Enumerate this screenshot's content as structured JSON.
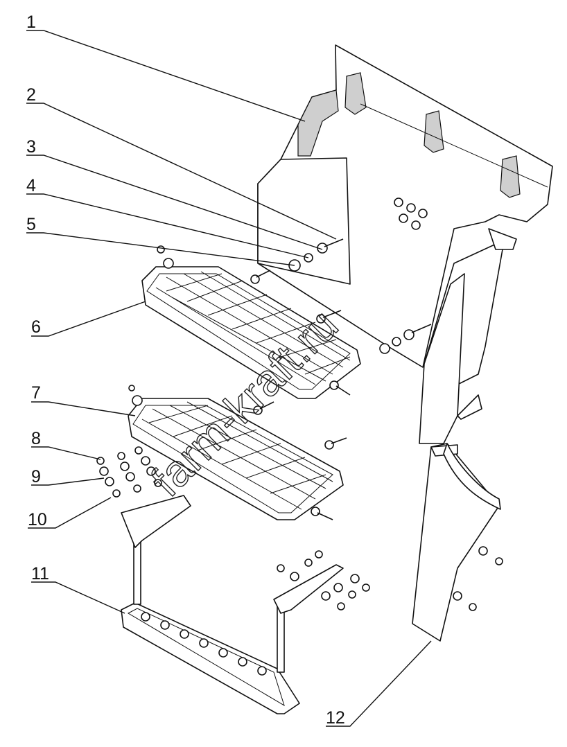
{
  "watermark": "farm-kraft.ru",
  "callouts": [
    {
      "id": "1",
      "label": "1"
    },
    {
      "id": "2",
      "label": "2"
    },
    {
      "id": "3",
      "label": "3"
    },
    {
      "id": "4",
      "label": "4"
    },
    {
      "id": "5",
      "label": "5"
    },
    {
      "id": "6",
      "label": "6"
    },
    {
      "id": "7",
      "label": "7"
    },
    {
      "id": "8",
      "label": "8"
    },
    {
      "id": "9",
      "label": "9"
    },
    {
      "id": "10",
      "label": "10"
    },
    {
      "id": "11",
      "label": "11"
    },
    {
      "id": "12",
      "label": "12"
    }
  ]
}
